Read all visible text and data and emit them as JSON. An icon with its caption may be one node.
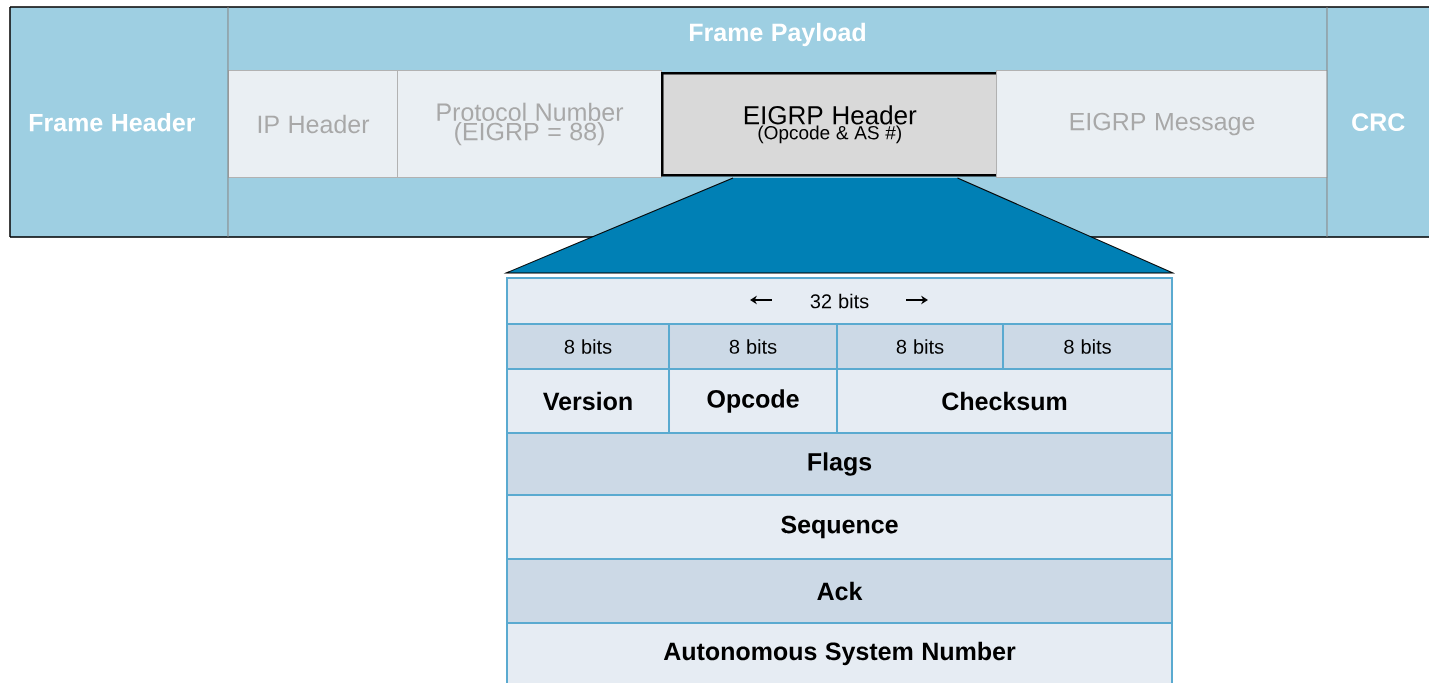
{
  "diagram": {
    "nodes": [
      {
        "text": [
          "Frame Header"
        ]
      },
      {
        "text": [
          "Frame  Payload"
        ]
      },
      {
        "text": [
          "IP Header"
        ],
        "in": 1
      },
      {
        "text": [
          "Protocol Number (EIGRP = 88)"
        ],
        "in": 1
      },
      {
        "text": [
          "EIGRP Header",
          "(Opcode & AS #)"
        ],
        "in": 1
      },
      {
        "text": [
          "EIGRP Message"
        ],
        "in": 1
      },
      {
        "text": [
          "CRC"
        ]
      },
      {
        "text": [],
        "shape": "box"
      },
      {
        "text": [
          "32 bits"
        ],
        "in": 7
      },
      {
        "text": [
          "8 bits"
        ],
        "in": 7
      },
      {
        "text": [
          "8 bits"
        ],
        "in": 7
      },
      {
        "text": [
          "8 bits"
        ],
        "in": 7
      },
      {
        "text": [
          "8 bits"
        ],
        "in": 7
      },
      {
        "text": [
          "Version"
        ],
        "in": 7
      },
      {
        "text": [
          "Opcode"
        ],
        "in": 7
      },
      {
        "text": [
          "Checksum"
        ],
        "in": 7
      },
      {
        "text": [
          "Flags"
        ],
        "in": 7
      },
      {
        "text": [
          "Sequence"
        ],
        "in": 7
      },
      {
        "text": [
          "Ack"
        ],
        "in": 7
      },
      {
        "text": [
          "Autonomous System Number"
        ],
        "in": 7
      }
    ],
    "edges": [
      {
        "from": 4,
        "to": 7,
        "arrow": "none"
      }
    ]
  }
}
